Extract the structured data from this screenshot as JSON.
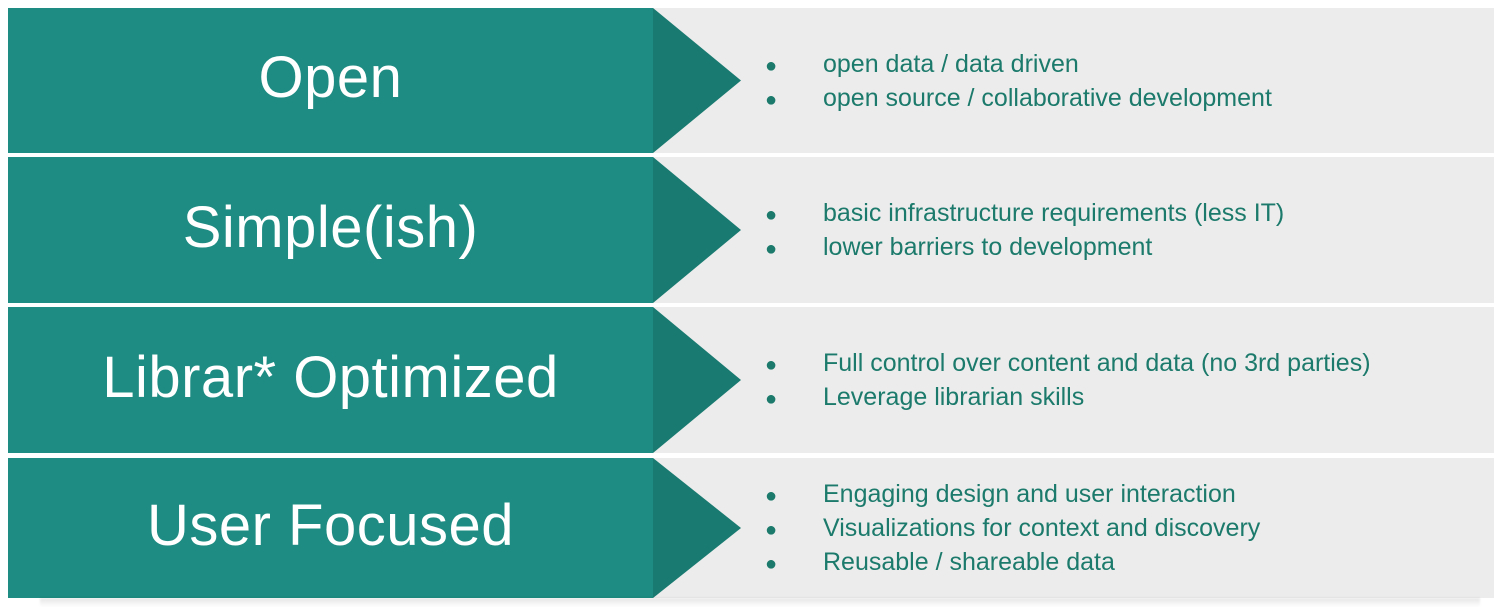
{
  "colors": {
    "bar": "#1e8c82",
    "arrow_head": "#187a70",
    "panel": "#ececec",
    "bullet_text": "#1b7a6b",
    "label_text": "#ffffff",
    "page_background": "#ffffff"
  },
  "rows": [
    {
      "label": "Open",
      "bullets": [
        "open data / data driven",
        "open source / collaborative development"
      ]
    },
    {
      "label": "Simple(ish)",
      "bullets": [
        "basic infrastructure requirements (less IT)",
        "lower barriers to development"
      ]
    },
    {
      "label": "Librar* Optimized",
      "bullets": [
        "Full control over content and data (no 3rd parties)",
        "Leverage librarian skills"
      ]
    },
    {
      "label": "User Focused",
      "bullets": [
        "Engaging design and user interaction",
        "Visualizations for context and discovery",
        "Reusable / shareable data"
      ]
    }
  ]
}
